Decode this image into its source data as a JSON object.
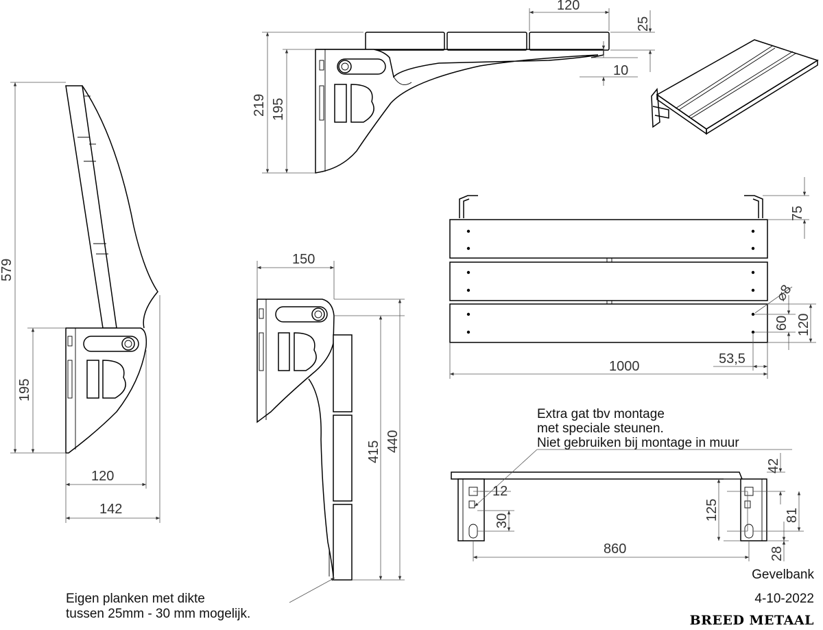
{
  "dimensions": {
    "top_width": "120",
    "top_thickness": "25",
    "top_gap": "10",
    "top_height_total": "219",
    "top_height_bracket": "195",
    "left_height_total": "579",
    "left_height_bracket": "195",
    "left_depth_inner": "120",
    "left_depth_outer": "142",
    "mid_depth": "150",
    "mid_height_inner": "415",
    "mid_height_outer": "440",
    "front_bracket_height": "75",
    "front_hole_diameter": "⌀8",
    "front_hole_spacing": "60",
    "front_board_width": "120",
    "front_length": "1000",
    "front_hole_offset": "53,5",
    "bottom_top_offset": "42",
    "bottom_hole_offset": "12",
    "bottom_slot_spacing": "30",
    "bottom_bracket_height": "125",
    "bottom_slot_distance": "81",
    "bottom_span": "860",
    "bottom_slot_bottom": "28"
  },
  "notes": {
    "mount_line1": "Extra gat tbv montage",
    "mount_line2": "met speciale steunen.",
    "mount_line3": "Niet gebruiken bij montage in muur",
    "planks_line1": "Eigen planken met dikte",
    "planks_line2": "tussen 25mm - 30 mm mogelijk."
  },
  "title_block": {
    "product": "Gevelbank",
    "date": "4-10-2022",
    "brand": "BREED METAAL"
  },
  "colors": {
    "line": "#000000",
    "dimension": "#555555",
    "plank_shade": "#f2f2f2"
  }
}
